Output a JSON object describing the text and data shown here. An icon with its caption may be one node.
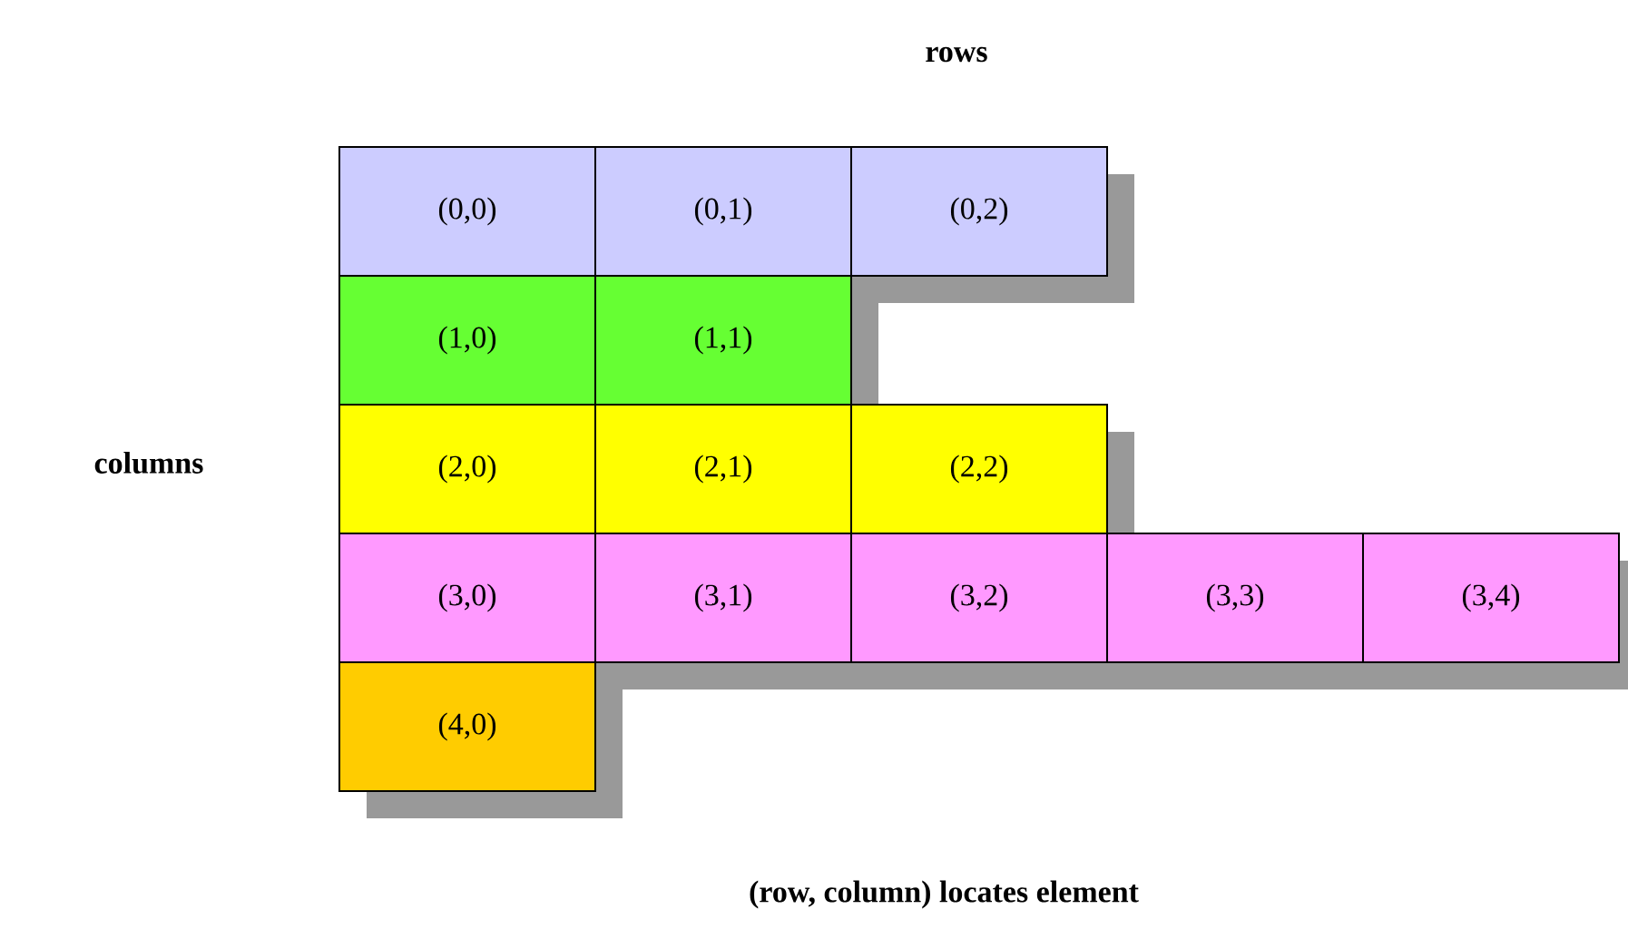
{
  "diagram": {
    "caption": "(row, column) locates element",
    "nodes": [
      {
        "text": [
          "(0,0)"
        ]
      },
      {
        "text": [
          "(0,1)"
        ]
      },
      {
        "text": [
          "(0,2)"
        ]
      },
      {
        "text": [
          "(1,0)"
        ]
      },
      {
        "text": [
          "(1,1)"
        ]
      },
      {
        "text": [
          "(2,0)"
        ]
      },
      {
        "text": [
          "(2,1)"
        ]
      },
      {
        "text": [
          "(2,2)"
        ]
      },
      {
        "text": [
          "(3,0)"
        ]
      },
      {
        "text": [
          "(3,1)"
        ]
      },
      {
        "text": [
          "(3,2)"
        ]
      },
      {
        "text": [
          "(3,3)"
        ]
      },
      {
        "text": [
          "(3,4)"
        ]
      },
      {
        "text": [
          "(4,0)"
        ]
      }
    ],
    "labels": [
      "rows",
      "columns"
    ]
  }
}
